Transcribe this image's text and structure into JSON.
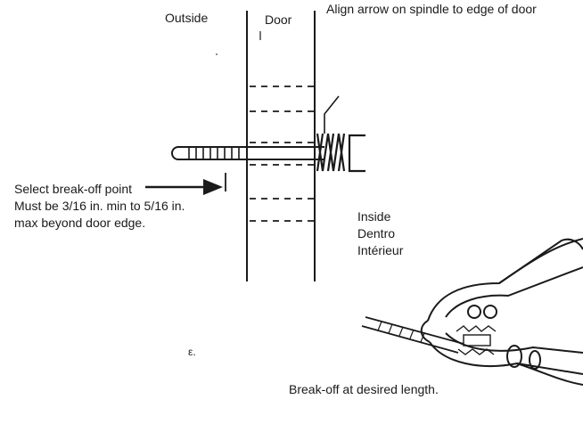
{
  "labels": {
    "outside": "Outside",
    "door": "Door",
    "align": "Align arrow on spindle to edge of door",
    "select_line1": "Select break-off point",
    "select_line2": "Must be 3/16 in. min to 5/16 in.",
    "select_line3": "max beyond door edge.",
    "inside": "Inside",
    "dentro": "Dentro",
    "interieur": "Intérieur",
    "breakoff": "Break-off at desired length.",
    "stray_mark": "ε."
  },
  "colors": {
    "ink": "#1a1a1a",
    "background": "#ffffff"
  }
}
